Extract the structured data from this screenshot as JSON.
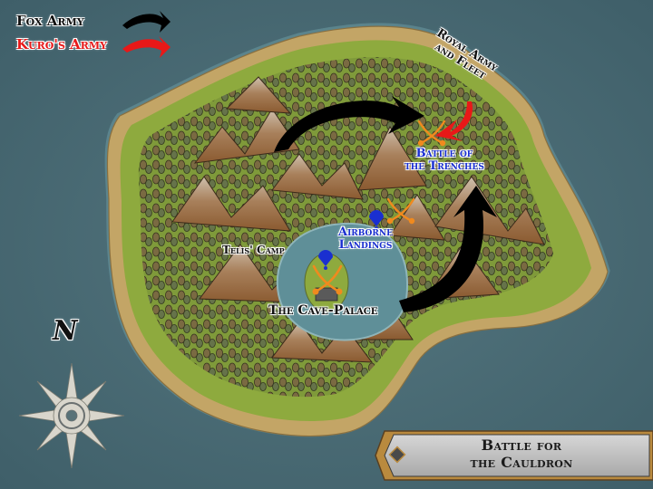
{
  "map": {
    "title_line1": "Battle for",
    "title_line2": "the Cauldron",
    "colors": {
      "sea": "#4e6e78",
      "shore": "#c3a566",
      "grass": "#8eaa3e",
      "forest": "#5e6e3a",
      "mountain": "#a9805a",
      "lagoon": "#5f8f98",
      "fox_army": "#000000",
      "kuro_army": "#e81818",
      "battle_icon": "#f08a1e",
      "label_blue": "#1a2fd0"
    }
  },
  "legend": {
    "items": [
      {
        "label": "Fox Army",
        "color": "#000000"
      },
      {
        "label": "Kuro's Army",
        "color": "#e81818"
      }
    ]
  },
  "labels": {
    "royal_army_line1": "Royal Army",
    "royal_army_line2": "and Fleet",
    "battle_trenches_line1": "Battle of",
    "battle_trenches_line2": "the Trenches",
    "airborne_line1": "Airborne",
    "airborne_line2": "Landings",
    "telis_camp": "Telis' Camp",
    "cave_palace": "The Cave-Palace"
  },
  "compass": {
    "north_label": "N"
  },
  "markers": [
    {
      "type": "crossed-swords-icon",
      "at": "Battle of the Trenches"
    },
    {
      "type": "crossed-swords-icon",
      "at": "Airborne Landings"
    },
    {
      "type": "crossed-swords-icon",
      "at": "The Cave-Palace"
    },
    {
      "type": "parachute-icon",
      "at": "Airborne Landings"
    },
    {
      "type": "parachute-icon",
      "at": "The Cave-Palace"
    }
  ]
}
